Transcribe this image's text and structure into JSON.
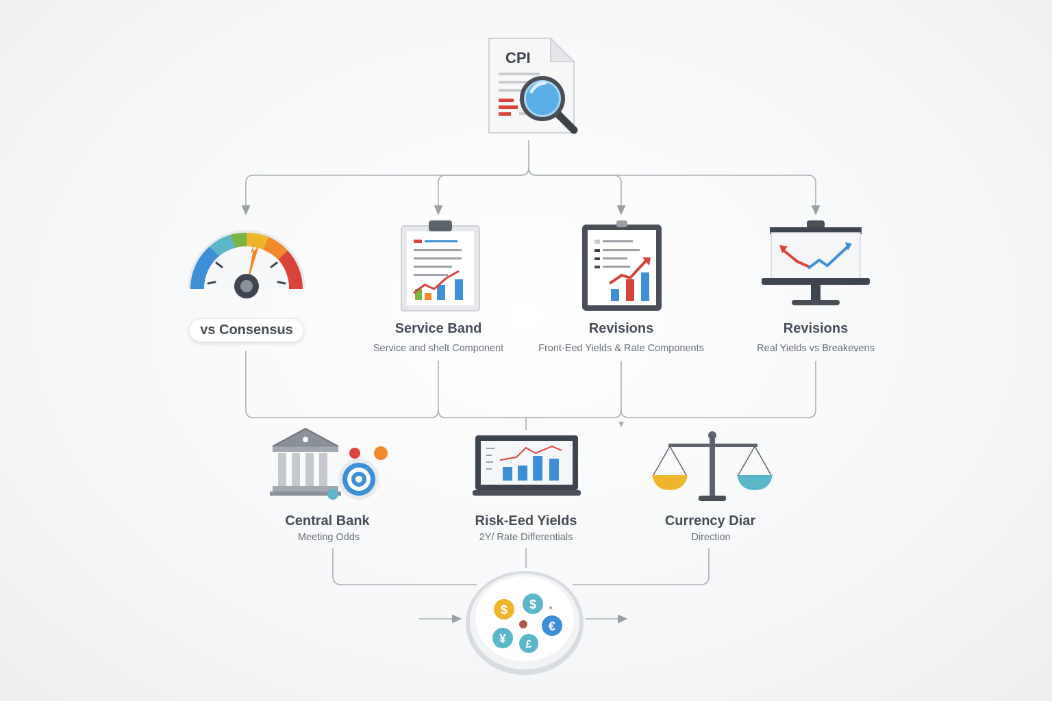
{
  "root": {
    "doc_label": "CPI"
  },
  "tier1": [
    {
      "title": "vs Consensus",
      "subtitle": ""
    },
    {
      "title": "Service Band",
      "subtitle": "Service and shelt Component"
    },
    {
      "title": "Revisions",
      "subtitle": "Front-Eed Yields & Rate Components"
    },
    {
      "title": "Revisions",
      "subtitle": "Real Yields vs Breakevens"
    }
  ],
  "tier2": [
    {
      "title": "Central Bank",
      "subtitle": "Meeting Odds"
    },
    {
      "title": "Risk-Eed Yields",
      "subtitle": "2Y/  Rate Differentials"
    },
    {
      "title": "Currency Diar",
      "subtitle": "Direction"
    }
  ],
  "output": {
    "currency_glyphs": [
      "$",
      "$",
      "€",
      "¥",
      "£"
    ]
  },
  "colors": {
    "line": "#a9aeb4",
    "accent_blue": "#3d8fd8",
    "accent_red": "#d9433a",
    "accent_green": "#79b543",
    "accent_orange": "#f08a2a",
    "accent_yellow": "#efb52b",
    "accent_teal": "#5bb6c9"
  }
}
